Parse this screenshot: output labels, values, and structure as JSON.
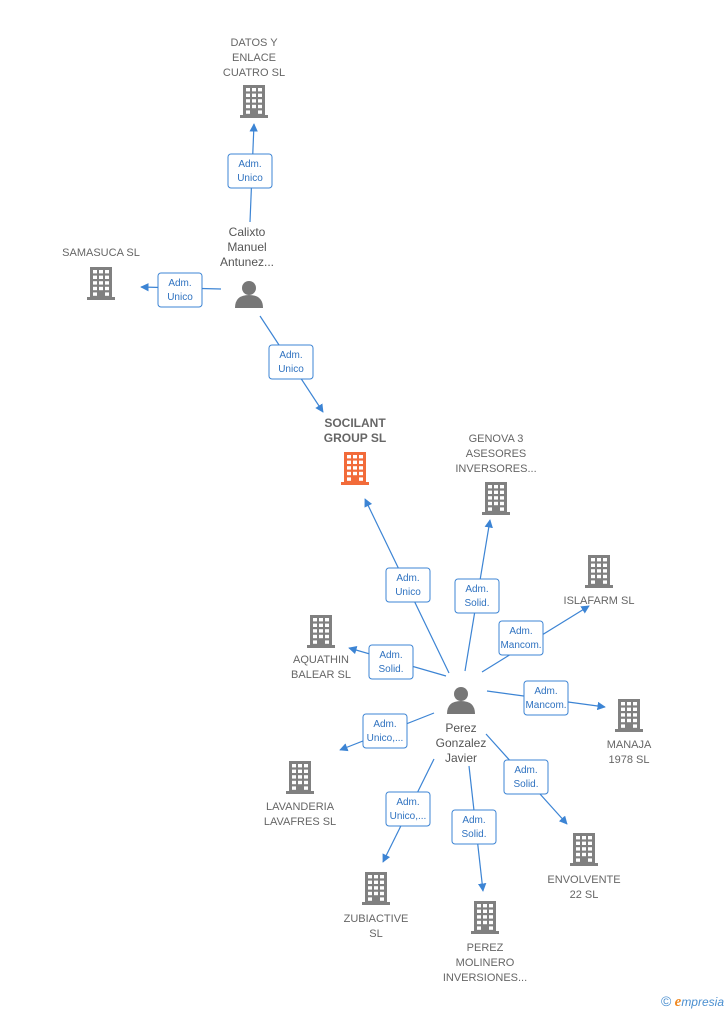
{
  "colors": {
    "building": "#808080",
    "highlight": "#f26b3a",
    "edge": "#3c84d4",
    "person": "#777777"
  },
  "companies": [
    {
      "id": "datos",
      "label": [
        "DATOS Y",
        "ENLACE",
        "CUATRO SL"
      ],
      "highlight": false
    },
    {
      "id": "samasuca",
      "label": [
        "SAMASUCA  SL"
      ],
      "highlight": false
    },
    {
      "id": "socilant",
      "label": [
        "SOCILANT",
        "GROUP  SL"
      ],
      "highlight": true
    },
    {
      "id": "genova",
      "label": [
        "GENOVA 3",
        "ASESORES",
        "INVERSORES..."
      ],
      "highlight": false
    },
    {
      "id": "islafarm",
      "label": [
        "ISLAFARM  SL"
      ],
      "highlight": false
    },
    {
      "id": "aquathin",
      "label": [
        "AQUATHIN",
        "BALEAR SL"
      ],
      "highlight": false
    },
    {
      "id": "manaja",
      "label": [
        "MANAJA",
        "1978  SL"
      ],
      "highlight": false
    },
    {
      "id": "lavanderia",
      "label": [
        "LAVANDERIA",
        "LAVAFRES  SL"
      ],
      "highlight": false
    },
    {
      "id": "envolvente",
      "label": [
        "ENVOLVENTE",
        "22  SL"
      ],
      "highlight": false
    },
    {
      "id": "zubiactive",
      "label": [
        "ZUBIACTIVE",
        "SL"
      ],
      "highlight": false
    },
    {
      "id": "perezmolinero",
      "label": [
        "PEREZ",
        "MOLINERO",
        "INVERSIONES..."
      ],
      "highlight": false
    }
  ],
  "persons": [
    {
      "id": "calixto",
      "label": [
        "Calixto",
        "Manuel",
        "Antunez..."
      ]
    },
    {
      "id": "perez",
      "label": [
        "Perez",
        "Gonzalez",
        "Javier"
      ]
    }
  ],
  "edges": [
    {
      "from": "calixto",
      "to": "datos",
      "label": [
        "Adm.",
        "Unico"
      ]
    },
    {
      "from": "calixto",
      "to": "samasuca",
      "label": [
        "Adm.",
        "Unico"
      ]
    },
    {
      "from": "calixto",
      "to": "socilant",
      "label": [
        "Adm.",
        "Unico"
      ]
    },
    {
      "from": "perez",
      "to": "socilant",
      "label": [
        "Adm.",
        "Unico"
      ]
    },
    {
      "from": "perez",
      "to": "genova",
      "label": [
        "Adm.",
        "Solid."
      ]
    },
    {
      "from": "perez",
      "to": "islafarm",
      "label": [
        "Adm.",
        "Mancom."
      ]
    },
    {
      "from": "perez",
      "to": "aquathin",
      "label": [
        "Adm.",
        "Solid."
      ]
    },
    {
      "from": "perez",
      "to": "manaja",
      "label": [
        "Adm.",
        "Mancom."
      ]
    },
    {
      "from": "perez",
      "to": "lavanderia",
      "label": [
        "Adm.",
        "Unico,..."
      ]
    },
    {
      "from": "perez",
      "to": "envolvente",
      "label": [
        "Adm.",
        "Solid."
      ]
    },
    {
      "from": "perez",
      "to": "zubiactive",
      "label": [
        "Adm.",
        "Unico,..."
      ]
    },
    {
      "from": "perez",
      "to": "perezmolinero",
      "label": [
        "Adm.",
        "Solid."
      ]
    }
  ],
  "footer": {
    "copyright": "©",
    "brand_initial": "e",
    "brand_rest": "mpresia"
  }
}
